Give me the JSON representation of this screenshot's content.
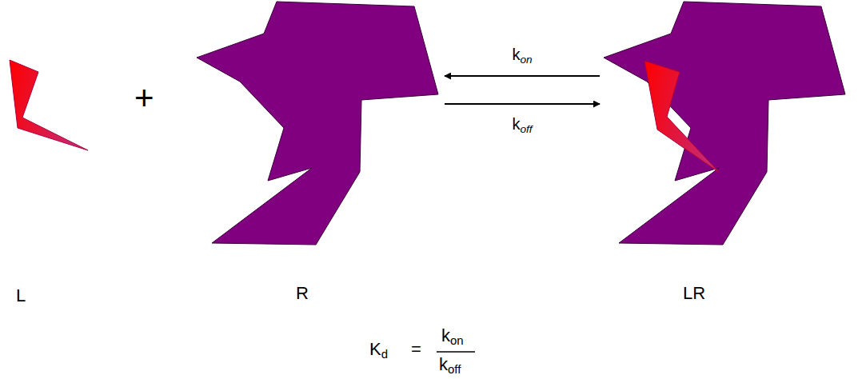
{
  "diagram": {
    "nodes": [
      {
        "text": [
          "L"
        ]
      },
      {
        "text": [
          "R"
        ]
      },
      {
        "text": [
          "LR"
        ]
      }
    ],
    "edges": [
      {
        "from": 2,
        "to": 1,
        "arrow": "to",
        "label": "kon"
      },
      {
        "from": 1,
        "to": 2,
        "arrow": "to",
        "label": "koff"
      }
    ],
    "labels": [
      "+",
      "Kd",
      "=",
      "kon",
      "koff"
    ]
  }
}
